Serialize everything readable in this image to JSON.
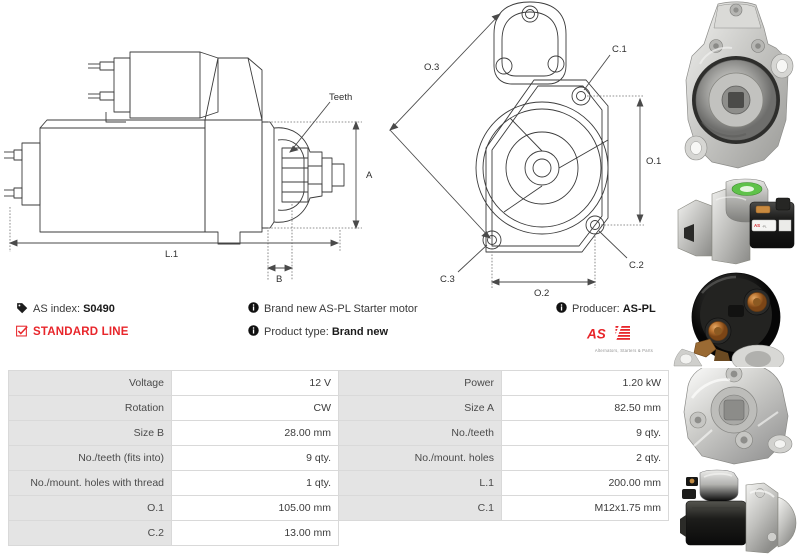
{
  "product": {
    "as_index_label": "AS index:",
    "as_index_value": "S0490",
    "line_badge": "STANDARD LINE",
    "description": "Brand new AS-PL Starter motor",
    "product_type_label": "Product type:",
    "product_type_value": "Brand new",
    "producer_label": "Producer:",
    "producer_value": "AS-PL",
    "logo_text": "AS",
    "logo_tagline": "Alternators, Starters & Parts",
    "accent_color": "#e8262b"
  },
  "drawings": {
    "side_view": {
      "labels": [
        "Teeth",
        "A",
        "L.1",
        "B"
      ]
    },
    "front_view": {
      "labels": [
        "O.3",
        "C.1",
        "O.1",
        "C.2",
        "O.2",
        "C.3"
      ]
    }
  },
  "spec_table": {
    "rows": [
      {
        "k1": "Voltage",
        "v1": "12 V",
        "k2": "Power",
        "v2": "1.20 kW"
      },
      {
        "k1": "Rotation",
        "v1": "CW",
        "k2": "Size A",
        "v2": "82.50 mm"
      },
      {
        "k1": "Size B",
        "v1": "28.00 mm",
        "k2": "No./teeth",
        "v2": "9 qty."
      },
      {
        "k1": "No./teeth (fits into)",
        "v1": "9 qty.",
        "k2": "No./mount. holes",
        "v2": "2 qty."
      },
      {
        "k1": "No./mount. holes with thread",
        "v1": "1 qty.",
        "k2": "L.1",
        "v2": "200.00 mm"
      },
      {
        "k1": "O.1",
        "v1": "105.00 mm",
        "k2": "C.1",
        "v2": "M12x1.75 mm"
      },
      {
        "k1": "C.2",
        "v1": "13.00 mm",
        "k2": "",
        "v2": ""
      }
    ]
  },
  "photos": [
    {
      "caption": "starter-motor-drive-end-front"
    },
    {
      "caption": "starter-motor-side-with-solenoid"
    },
    {
      "caption": "solenoid-terminal-close-up"
    },
    {
      "caption": "drive-end-housing-angled"
    },
    {
      "caption": "starter-motor-full-side"
    }
  ]
}
